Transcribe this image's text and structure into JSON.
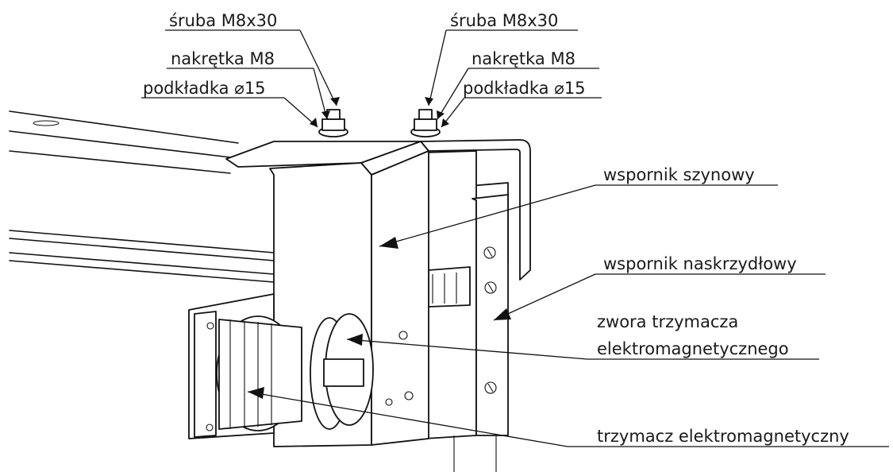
{
  "labels": {
    "bolt_left": "śruba M8x30",
    "bolt_right": "śruba M8x30",
    "nut_left": "nakrętka M8",
    "nut_right": "nakrętka M8",
    "washer_left": "podkładka ⌀15",
    "washer_right": "podkładka ⌀15",
    "rail_bracket": "wspornik szynowy",
    "wing_bracket": "wspornik naskrzydłowy",
    "armature_line1": "zwora trzymacza",
    "armature_line2": "elektromagnetycznego",
    "holder": "trzymacz elektromagnetyczny"
  }
}
